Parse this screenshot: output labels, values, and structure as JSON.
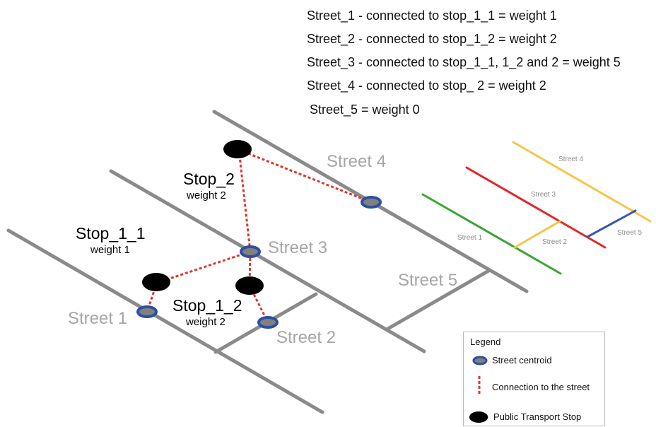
{
  "notes": [
    "Street_1 - connected to stop_1_1 = weight 1",
    "Street_2 - connected to stop_1_2 = weight 2",
    "Street_3 - connected to stop_1_1, 1_2 and 2 = weight 5",
    "Street_4 - connected to stop_ 2 = weight 2",
    "Street_5  = weight 0"
  ],
  "streets": {
    "street_1": "Street 1",
    "street_2": "Street 2",
    "street_3": "Street 3",
    "street_4": "Street 4",
    "street_5": "Street 5"
  },
  "stops": {
    "stop_2": {
      "name": "Stop_2",
      "weight": "weight 2"
    },
    "stop_1_1": {
      "name": "Stop_1_1",
      "weight": "weight 1"
    },
    "stop_1_2": {
      "name": "Stop_1_2",
      "weight": "weight 2"
    }
  },
  "mini_diagram": {
    "street_1": "Street 1",
    "street_2": "Street 2",
    "street_3": "Street 3",
    "street_4": "Street 4",
    "street_5": "Street 5",
    "colors": {
      "street_1": "#3aa535",
      "street_2": "#f7c54a",
      "street_3": "#e4252a",
      "street_4": "#f7c54a",
      "street_5": "#3b57a8"
    }
  },
  "legend": {
    "title": "Legend",
    "items": [
      {
        "label": "Street centroid",
        "icon": "street-centroid-icon"
      },
      {
        "label": "Connection to the street",
        "icon": "connection-dash-icon"
      },
      {
        "label": "Public Transport Stop",
        "icon": "transport-stop-icon"
      }
    ]
  },
  "colors": {
    "street": "#8a8a8a",
    "connection": "#e1352b",
    "centroid_fill": "#808080",
    "centroid_border": "#2d4fa3",
    "stop": "#000000",
    "label_gray": "#a6a6a6"
  }
}
